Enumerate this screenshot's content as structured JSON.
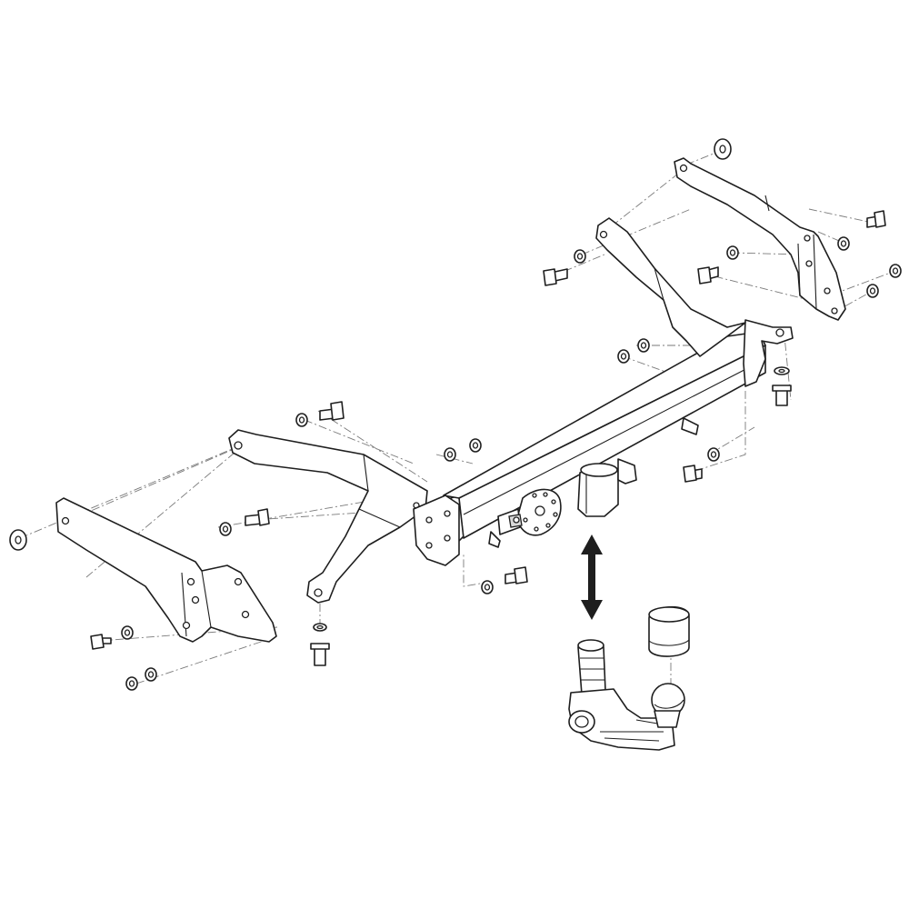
{
  "diagram": {
    "colors": {
      "line": "#1e1e1e",
      "guide": "#7a7a7a",
      "fill": "#ffffff",
      "shade": "#d9d9d9"
    },
    "parts": [
      "main-crossbar",
      "left-side-bracket",
      "left-outer-plate",
      "right-side-bracket",
      "right-outer-plate",
      "detachable-towball-neck",
      "towball-cap",
      "socket-plate",
      "double-arrow-icon"
    ]
  }
}
